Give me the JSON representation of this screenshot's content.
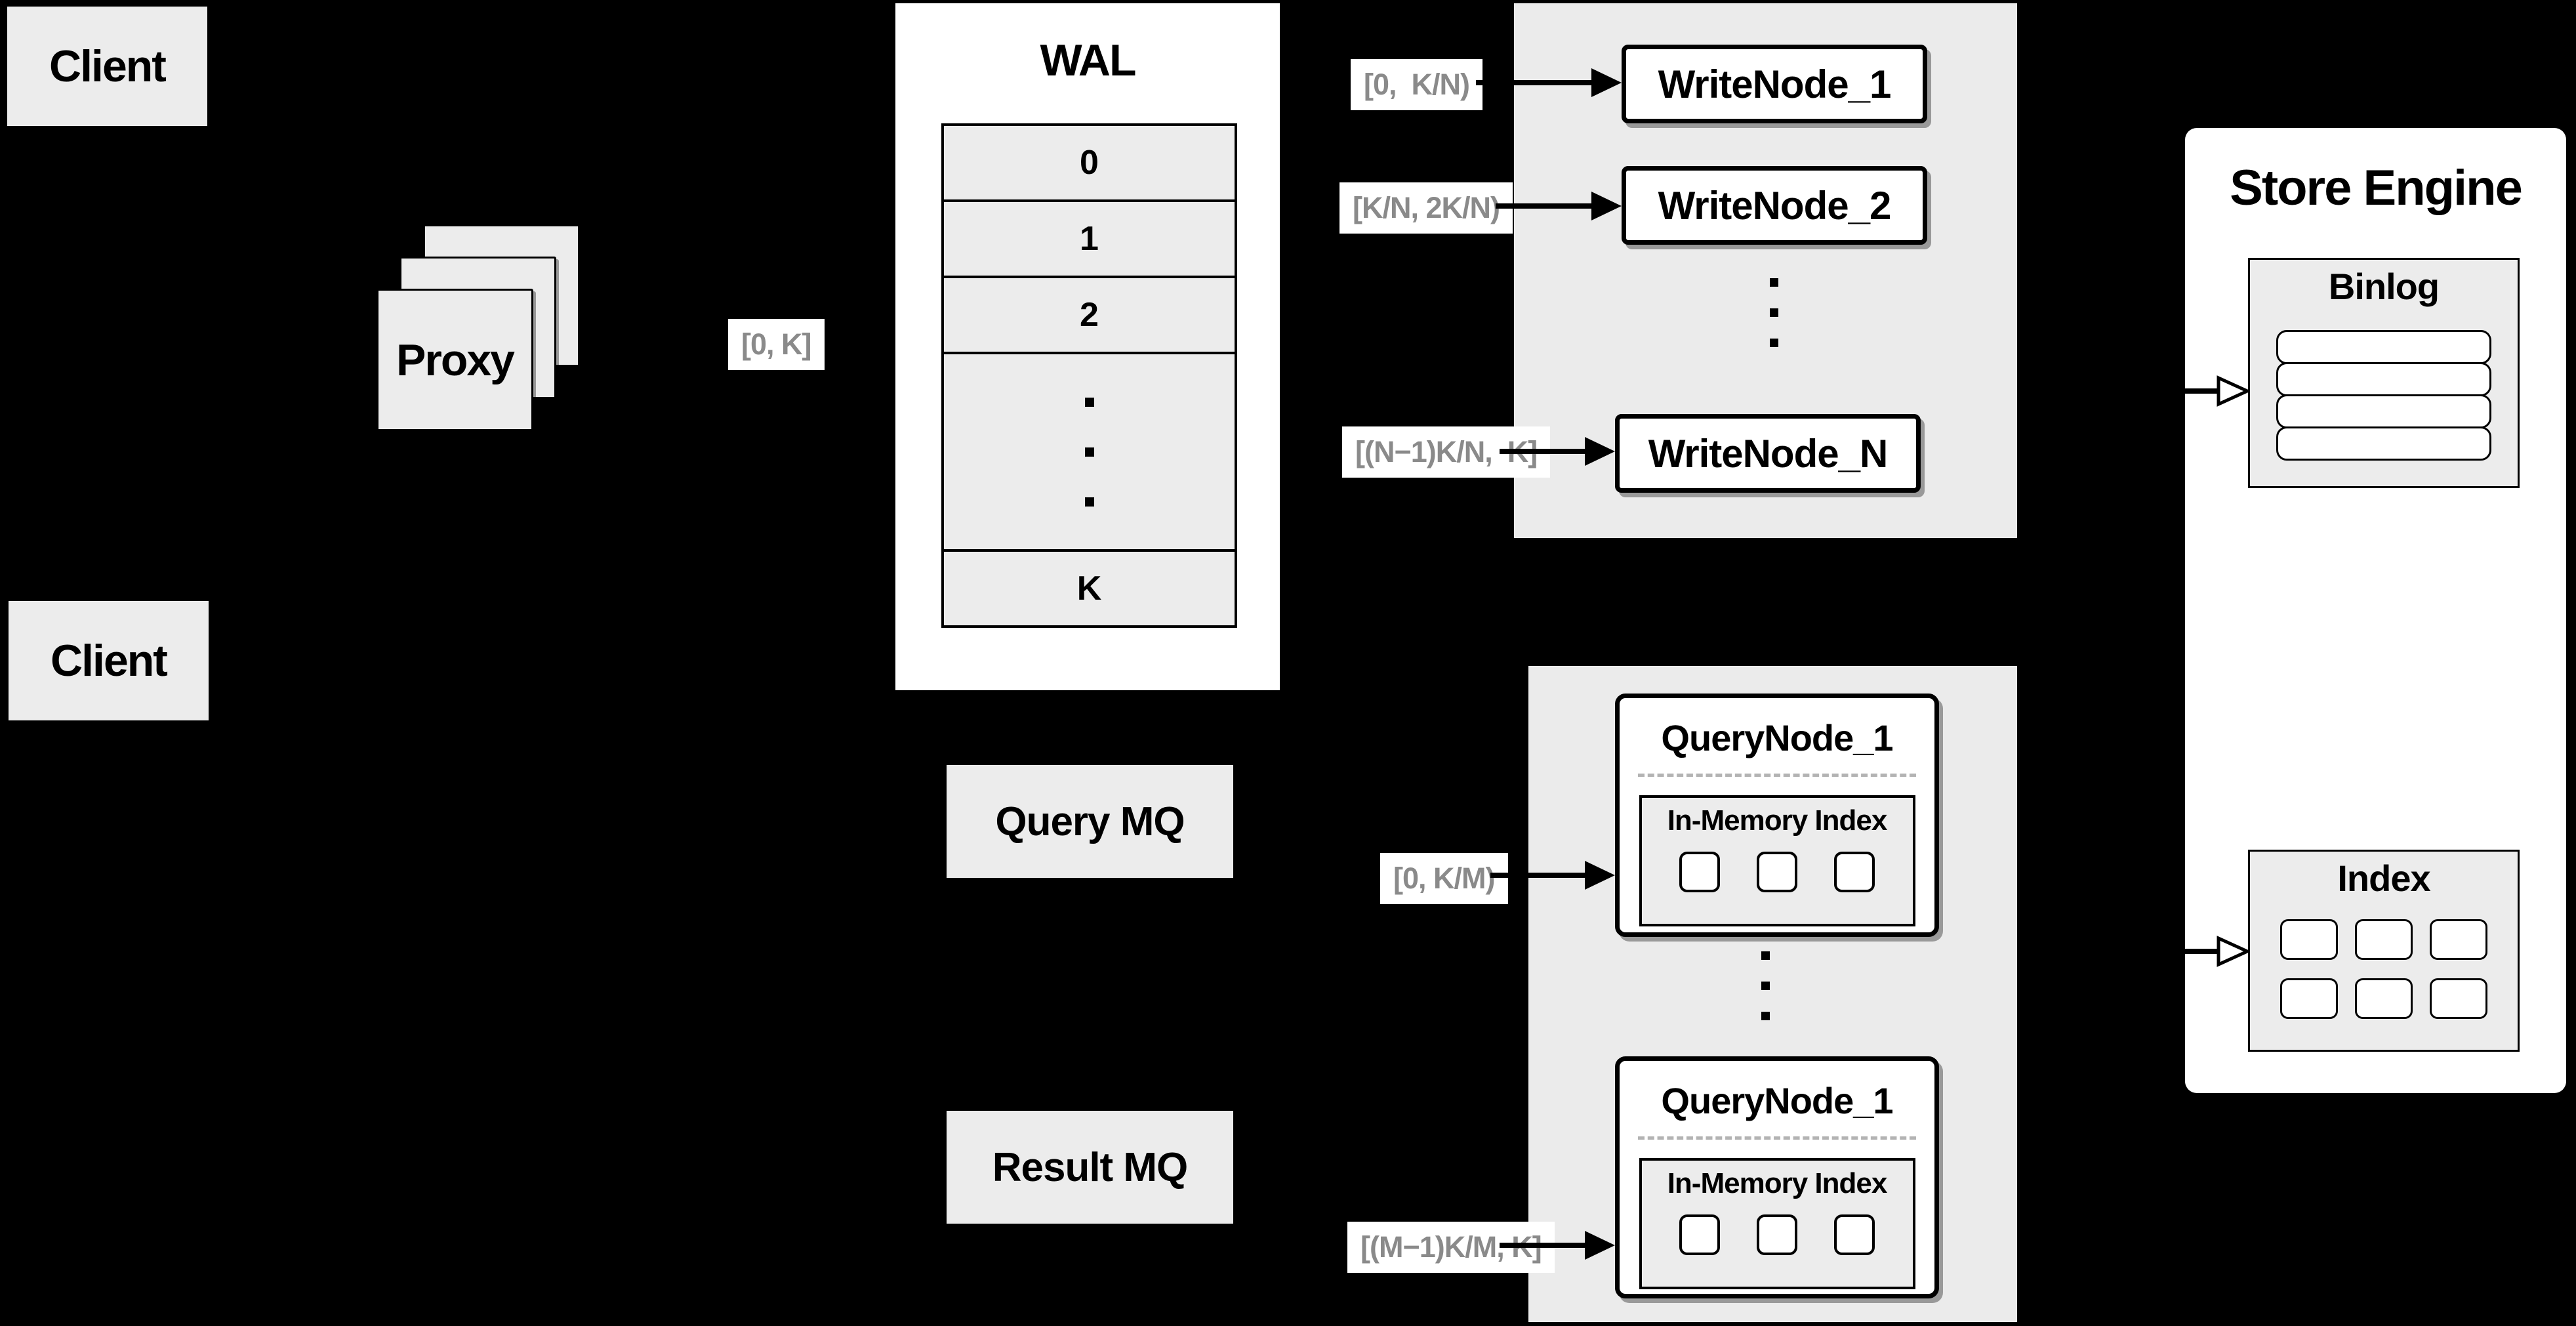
{
  "colors": {
    "background": "#000000",
    "panel_gray": "#ebebeb",
    "box_gray": "#ececec",
    "white": "#ffffff",
    "border": "#000000",
    "range_label_text": "#8a8a8a",
    "dashed_divider": "#b3b3b3"
  },
  "clients": {
    "top": "Client",
    "bottom": "Client"
  },
  "proxy": {
    "label": "Proxy"
  },
  "labels": {
    "proxy_range": "[0, K]",
    "write1": "[0,  K/N)",
    "write2": "[K/N, 2K/N)",
    "writeN": "[(N−1)K/N,  K]",
    "query1": "[0, K/M)",
    "queryM": "[(M−1)K/M, K]"
  },
  "wal": {
    "title": "WAL",
    "rows": [
      "0",
      "1",
      "2"
    ],
    "last_row": "K"
  },
  "write_nodes": {
    "node1": "WriteNode_1",
    "node2": "WriteNode_2",
    "nodeN": "WriteNode_N"
  },
  "mq": {
    "query": "Query MQ",
    "result": "Result MQ"
  },
  "query_nodes": {
    "node1": {
      "title": "QueryNode_1",
      "inner_title": "In-Memory Index"
    },
    "node2": {
      "title": "QueryNode_1",
      "inner_title": "In-Memory Index"
    }
  },
  "store_engine": {
    "title": "Store Engine",
    "binlog_title": "Binlog",
    "index_title": "Index"
  }
}
